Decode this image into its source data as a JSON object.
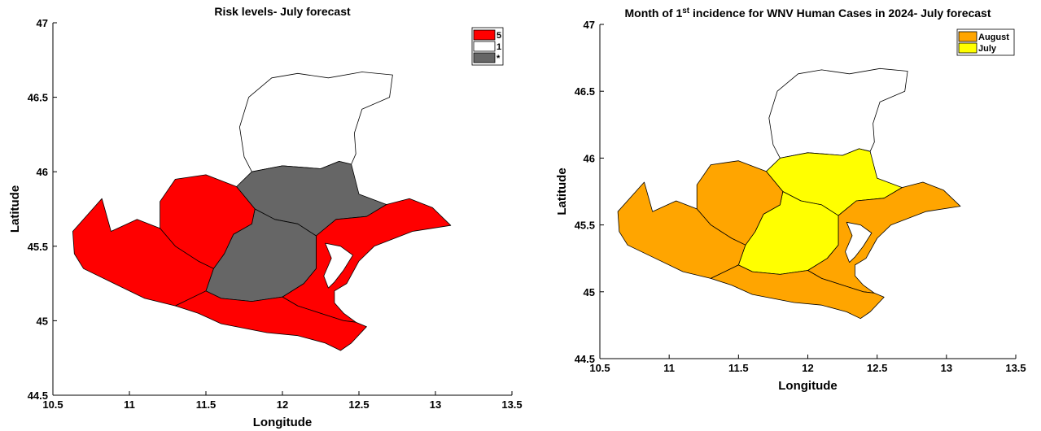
{
  "colors": {
    "risk_5": "#ff0000",
    "risk_1": "#ffffff",
    "risk_star": "#666666",
    "august": "#ffa500",
    "july": "#ffff00",
    "lagoon": "#ffffff"
  },
  "maps": [
    {
      "title": "Risk levels- July forecast",
      "xlabel": "Longitude",
      "ylabel": "Latitude",
      "xlim": [
        10.5,
        13.5
      ],
      "ylim": [
        44.5,
        47
      ],
      "x_ticks": [
        "10.5",
        "11",
        "11.5",
        "12",
        "12.5",
        "13",
        "13.5"
      ],
      "y_ticks": [
        "44.5",
        "45",
        "45.5",
        "46",
        "46.5",
        "47"
      ],
      "legend": [
        {
          "label": "5",
          "color_key": "risk_5"
        },
        {
          "label": "1",
          "color_key": "risk_1"
        },
        {
          "label": "*",
          "color_key": "risk_star"
        }
      ],
      "region_colors": {
        "belluno": "risk_1",
        "treviso": "risk_star",
        "padova": "risk_star",
        "venezia": "risk_5",
        "vicenza": "risk_5",
        "verona": "risk_5",
        "rovigo": "risk_5"
      }
    },
    {
      "title_main": "Month of 1",
      "title_sup": "st",
      "title_rest": " incidence for WNV Human Cases in 2024- July forecast",
      "xlabel": "Longitude",
      "ylabel": "Latitude",
      "xlim": [
        10.5,
        13.5
      ],
      "ylim": [
        44.5,
        47
      ],
      "x_ticks": [
        "10.5",
        "11",
        "11.5",
        "12",
        "12.5",
        "13",
        "13.5"
      ],
      "y_ticks": [
        "44.5",
        "45",
        "45.5",
        "46",
        "46.5",
        "47"
      ],
      "legend": [
        {
          "label": "August",
          "color_key": "august"
        },
        {
          "label": "July",
          "color_key": "july"
        }
      ],
      "region_colors": {
        "belluno": "risk_1",
        "treviso": "july",
        "padova": "july",
        "venezia": "august",
        "vicenza": "august",
        "verona": "august",
        "rovigo": "august"
      }
    }
  ]
}
